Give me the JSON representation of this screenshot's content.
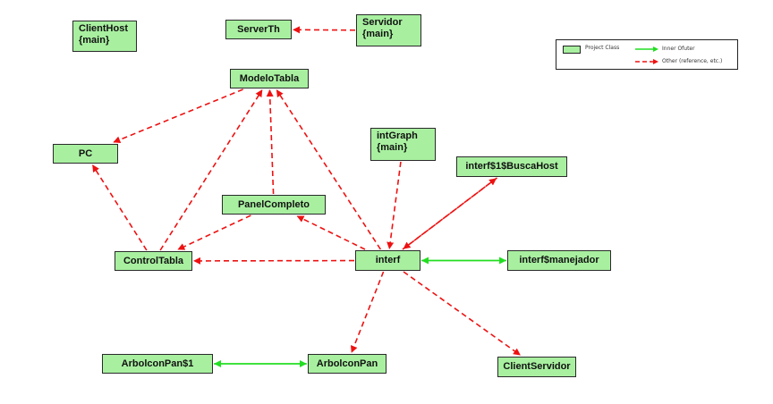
{
  "nodes": {
    "clienthost": [
      "ClientHost",
      "{main}"
    ],
    "serverth": [
      "ServerTh"
    ],
    "servidor": [
      "Servidor",
      "{main}"
    ],
    "modelotabla": [
      "ModeloTabla"
    ],
    "pc": [
      "PC"
    ],
    "intgraph": [
      "intGraph",
      "{main}"
    ],
    "interf1buscahost": [
      "interf$1$BuscaHost"
    ],
    "panelcompleto": [
      "PanelCompleto"
    ],
    "controltabla": [
      "ControlTabla"
    ],
    "interf": [
      "interf"
    ],
    "interfmanejador": [
      "interf$manejador"
    ],
    "arboliconpan1": [
      "ArbolconPan$1"
    ],
    "arboliconpan": [
      "ArbolconPan"
    ],
    "clientservidor": [
      "ClientServidor"
    ]
  },
  "edges": [
    {
      "from": "servidor",
      "to": "serverth",
      "kind": "other"
    },
    {
      "from": "modelotabla",
      "to": "pc",
      "kind": "other"
    },
    {
      "from": "controltabla",
      "to": "pc",
      "kind": "other"
    },
    {
      "from": "controltabla",
      "to": "modelotabla",
      "kind": "other"
    },
    {
      "from": "panelcompleto",
      "to": "modelotabla",
      "kind": "other"
    },
    {
      "from": "interf",
      "to": "modelotabla",
      "kind": "other"
    },
    {
      "from": "panelcompleto",
      "to": "controltabla",
      "kind": "other"
    },
    {
      "from": "interf",
      "to": "panelcompleto",
      "kind": "other"
    },
    {
      "from": "interf",
      "to": "controltabla",
      "kind": "other"
    },
    {
      "from": "intgraph",
      "to": "interf",
      "kind": "other"
    },
    {
      "from": "interf",
      "to": "interf1buscahost",
      "kind": "other"
    },
    {
      "from": "interf1buscahost",
      "to": "interf",
      "kind": "other"
    },
    {
      "from": "interf",
      "to": "interfmanejador",
      "kind": "inner"
    },
    {
      "from": "interfmanejador",
      "to": "interf",
      "kind": "inner"
    },
    {
      "from": "interf",
      "to": "arboliconpan",
      "kind": "other"
    },
    {
      "from": "interf",
      "to": "clientservidor",
      "kind": "other"
    },
    {
      "from": "arboliconpan1",
      "to": "arboliconpan",
      "kind": "inner"
    },
    {
      "from": "arboliconpan",
      "to": "arboliconpan1",
      "kind": "inner"
    }
  ],
  "colors": {
    "node_fill": "#a8f0a0",
    "inner": "#22dd22",
    "other": "#ee1111"
  },
  "legend": {
    "project_class": "Project Class",
    "inner": "Inner Ofuter",
    "other": "Other (reference, etc.)"
  }
}
